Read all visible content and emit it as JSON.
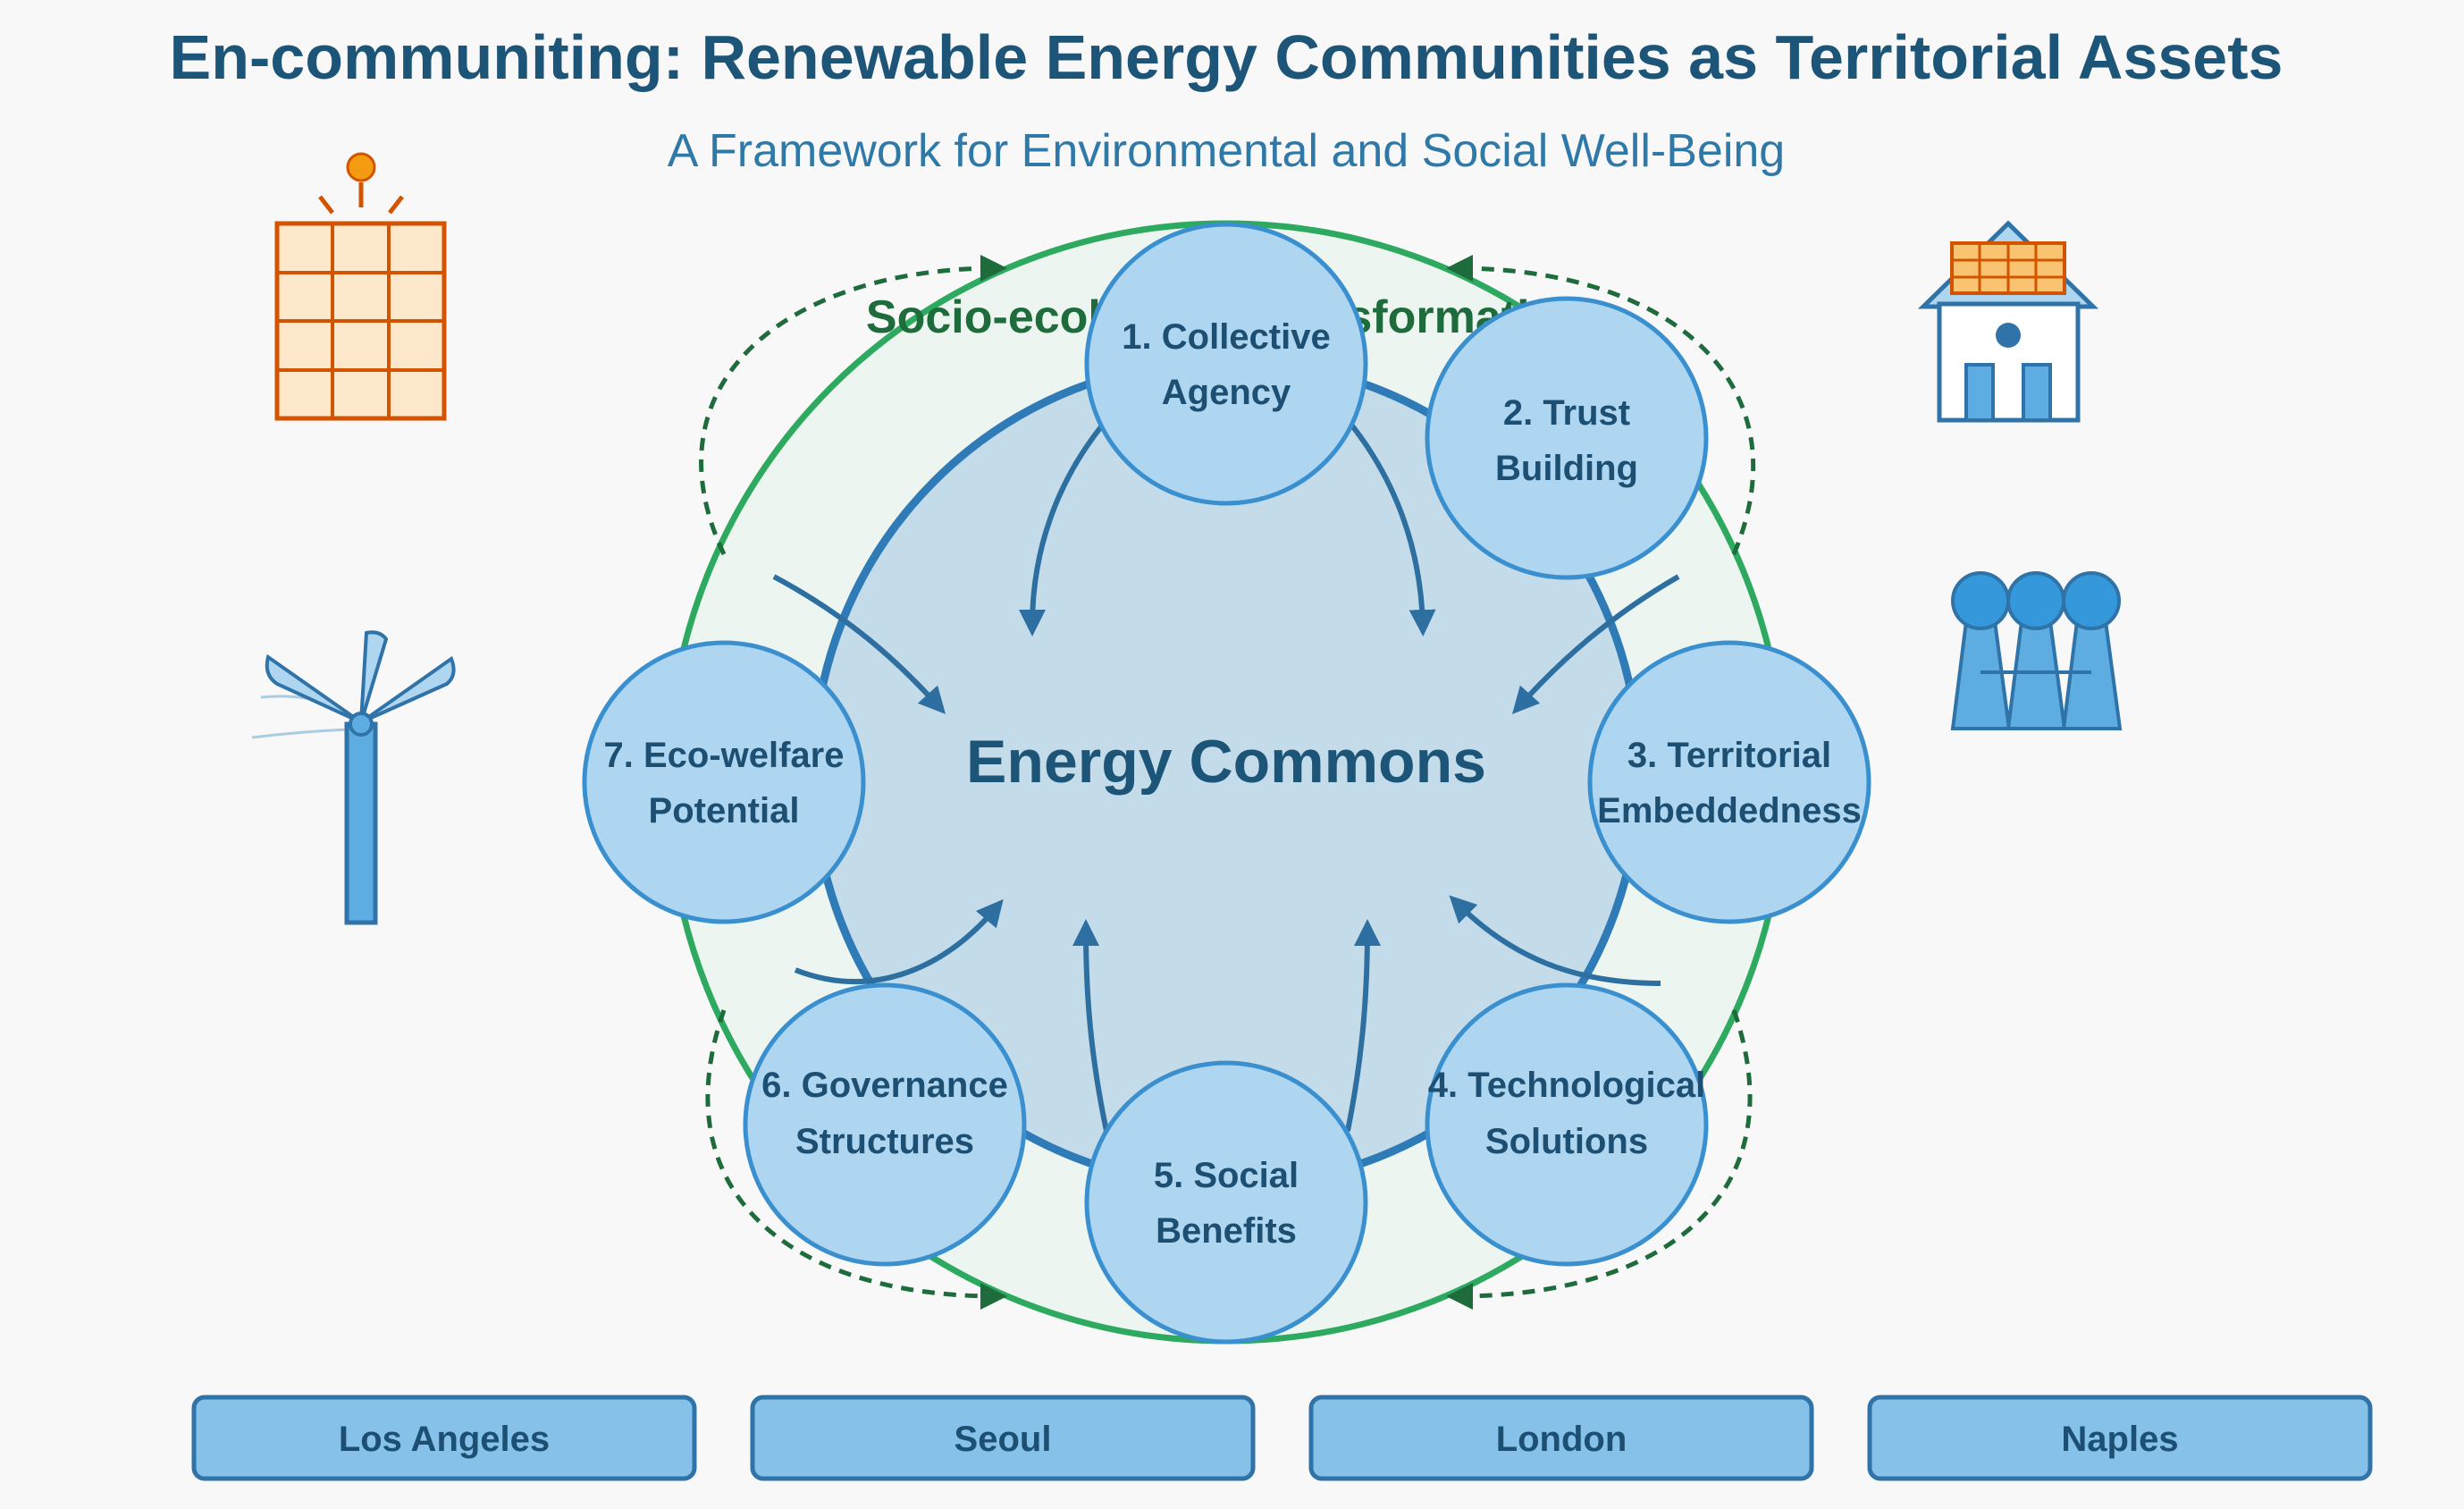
{
  "header": {
    "title": "En-communiting: Renewable Energy Communities as Territorial Assets",
    "subtitle": "A Framework for Environmental and Social Well-Being"
  },
  "diagram": {
    "center_label": "Energy Commons",
    "ring_label": "Socio-ecological Transformation",
    "nodes": [
      {
        "line1": "1. Collective",
        "line2": "Agency"
      },
      {
        "line1": "2. Trust",
        "line2": "Building"
      },
      {
        "line1": "3. Territorial",
        "line2": "Embeddedness"
      },
      {
        "line1": "4. Technological",
        "line2": "Solutions"
      },
      {
        "line1": "5. Social",
        "line2": "Benefits"
      },
      {
        "line1": "6. Governance",
        "line2": "Structures"
      },
      {
        "line1": "7. Eco-welfare",
        "line2": "Potential"
      }
    ]
  },
  "icons": {
    "left_top": "solar-panel-icon",
    "left_bottom": "wind-turbine-icon",
    "right_top": "house-solar-icon",
    "right_bottom": "community-people-icon"
  },
  "cities": [
    "Los Angeles",
    "Seoul",
    "London",
    "Naples"
  ],
  "colors": {
    "title": "#1d5578",
    "subtitle": "#2f79a8",
    "node_fill": "#aed6f1",
    "node_stroke": "#3a8fcf",
    "core_fill": "#c4dcea",
    "ring_fill": "#edf5f1",
    "ring_stroke": "#2daa60",
    "dashed_green": "#1e6b3c",
    "arrow_blue": "#2c6fa0",
    "solar_orange": "#d35400",
    "city_fill": "#85c1e9"
  }
}
